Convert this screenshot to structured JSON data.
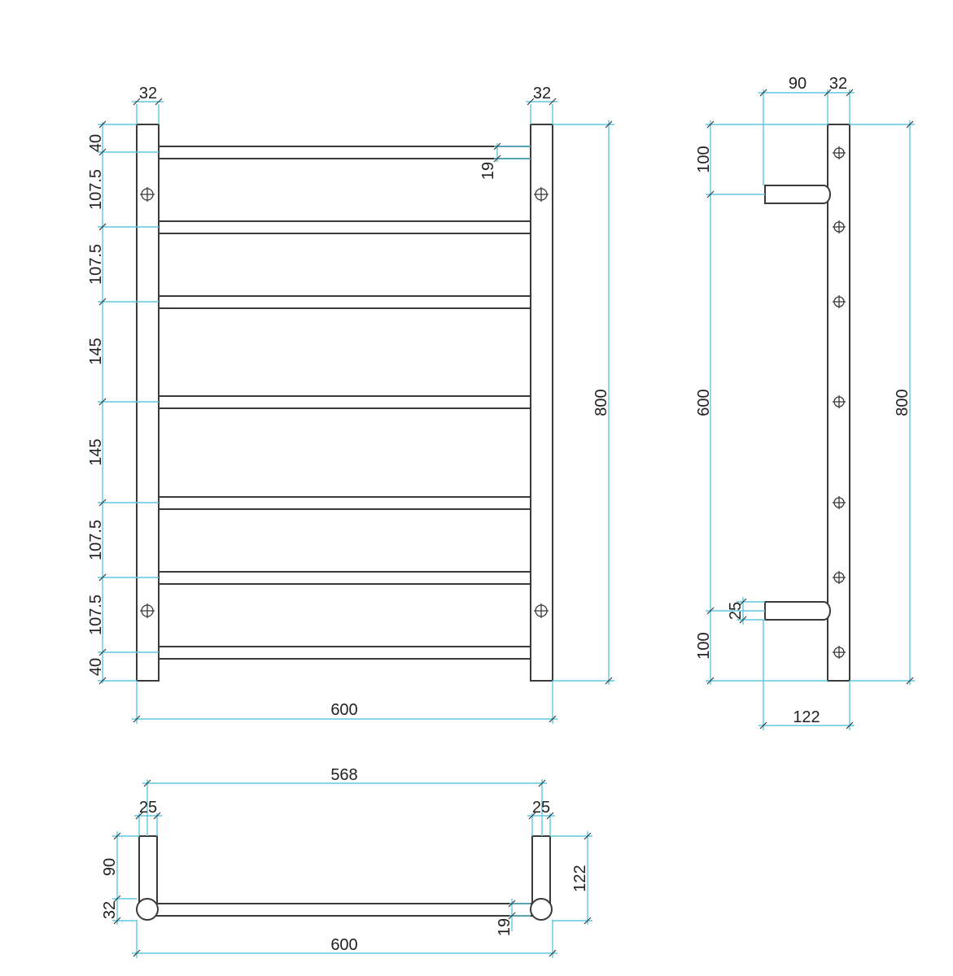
{
  "front_view": {
    "post_width_left": "32",
    "post_width_right": "32",
    "bar_diameter": "19",
    "overall_width": "600",
    "overall_height": "800",
    "spacing": [
      "40",
      "107.5",
      "107.5",
      "145",
      "145",
      "107.5",
      "107.5",
      "40"
    ]
  },
  "side_view": {
    "standoff": "90",
    "post_depth": "32",
    "top_offset": "100",
    "bracket_centres": "600",
    "bottom_offset": "100",
    "bracket_diameter": "25",
    "overall_height": "800",
    "overall_depth": "122"
  },
  "top_view": {
    "inner_span": "568",
    "bracket_left": "25",
    "bracket_right": "25",
    "standoff": "90",
    "post_depth": "32",
    "overall_depth": "122",
    "bar_diameter": "19",
    "overall_width": "600"
  },
  "colors": {
    "object_line": "#3a3a3a",
    "dimension_line": "#5ec8e0",
    "label_text": "#222222"
  }
}
